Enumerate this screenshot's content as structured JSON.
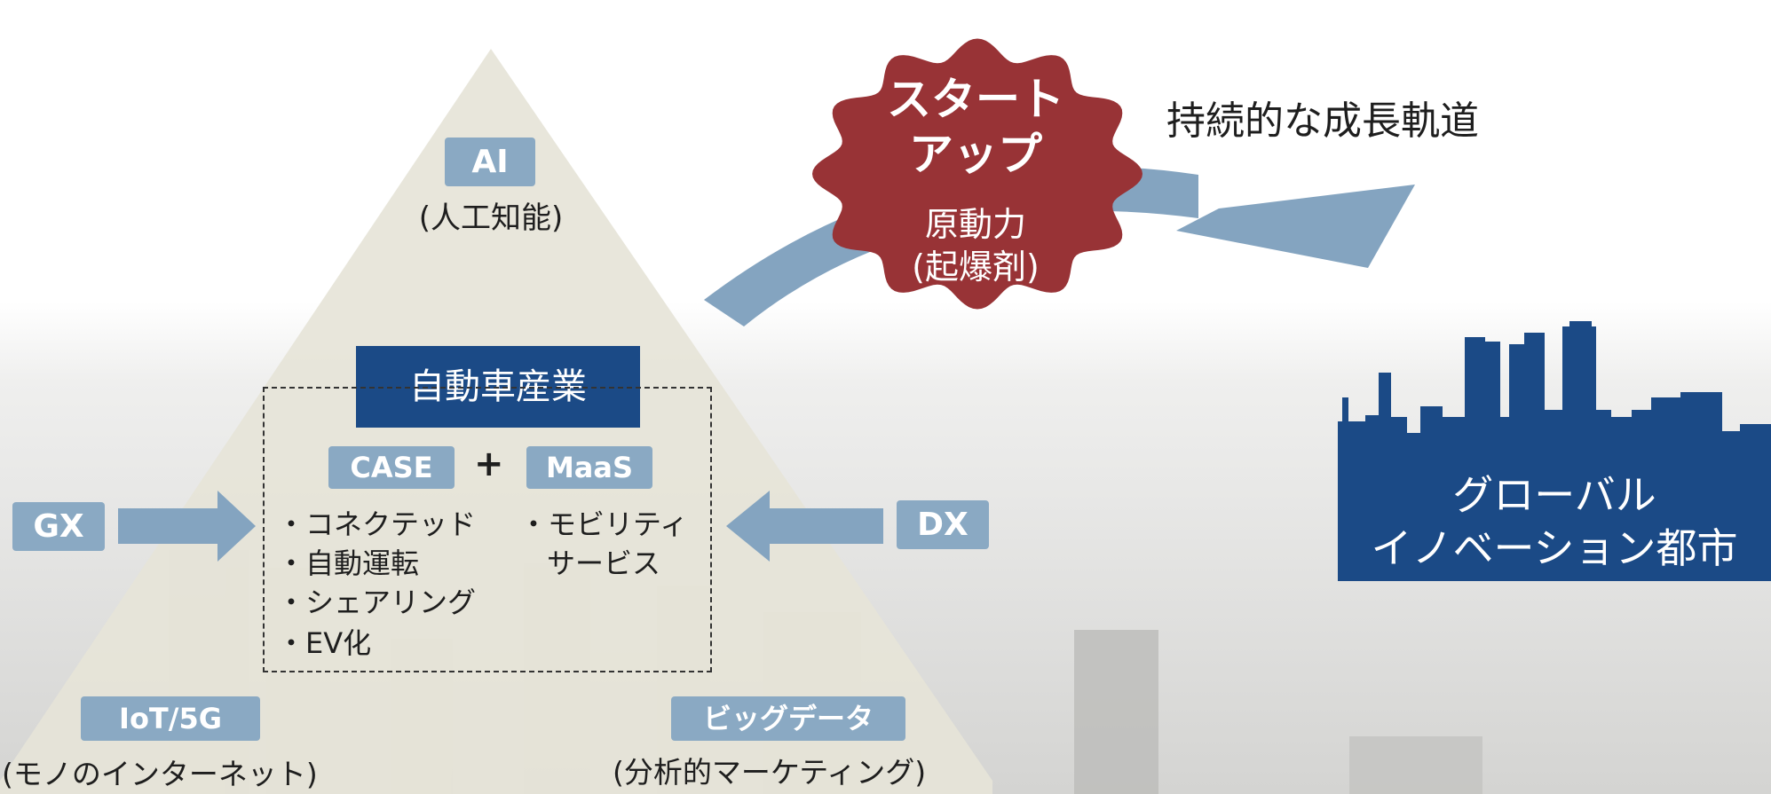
{
  "colors": {
    "badge": "#8aa9c3",
    "navy": "#1b4a86",
    "starburst": "#983336",
    "arrow": "#84a4c0",
    "pyramid": "#e6e4d8"
  },
  "pyramid": {
    "top": {
      "badge": "AI",
      "sub": "(人工知能)"
    },
    "bottom_left": {
      "badge": "IoT/5G",
      "sub": "(モノのインターネット)"
    },
    "bottom_right": {
      "badge": "ビッグデータ",
      "sub": "(分析的マーケティング)"
    }
  },
  "industry": {
    "title": "自動車産業",
    "case": "CASE",
    "plus": "+",
    "maas": "MaaS",
    "case_items": [
      "・コネクテッド",
      "・自動運転",
      "・シェアリング",
      "・EV化"
    ],
    "maas_items": [
      "・モビリティ",
      "サービス"
    ]
  },
  "left_input": "GX",
  "right_input": "DX",
  "starburst": {
    "title_line1": "スタート",
    "title_line2": "アップ",
    "sub_line1": "原動力",
    "sub_line2": "(起爆剤)"
  },
  "trajectory_label": "持続的な成長軌道",
  "city": {
    "line1": "グローバル",
    "line2": "イノベーション都市"
  }
}
